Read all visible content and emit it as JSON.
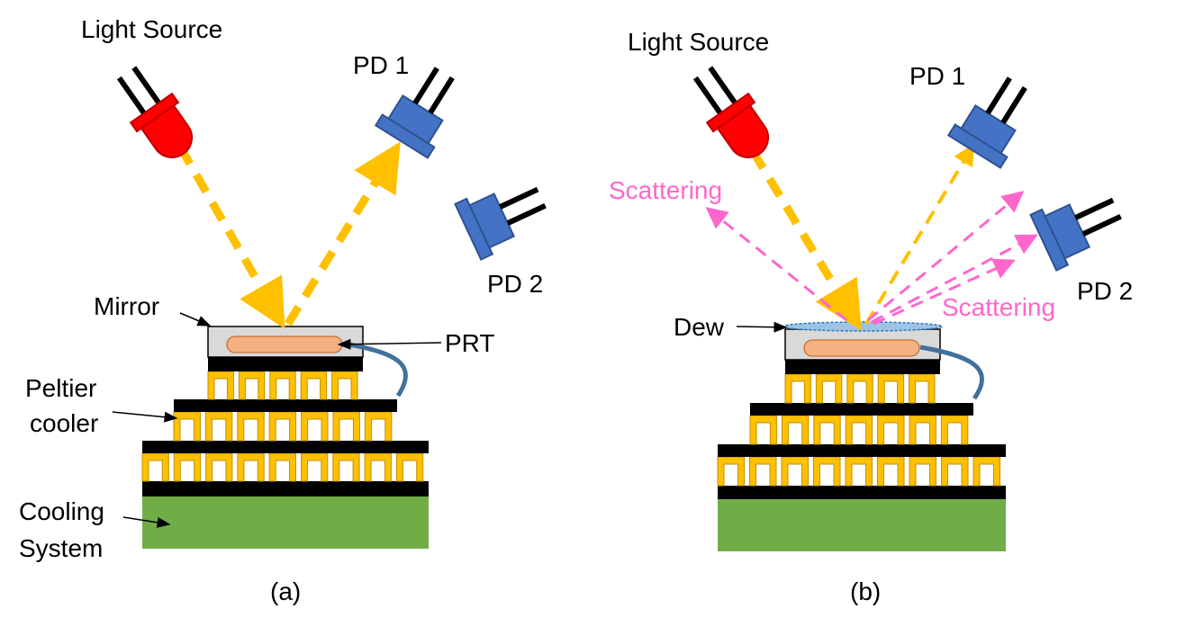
{
  "panel_a": {
    "caption": "(a)",
    "light_source": "Light Source",
    "pd1": "PD 1",
    "pd2": "PD 2",
    "mirror": "Mirror",
    "prt": "PRT",
    "peltier_line1": "Peltier",
    "peltier_line2": "cooler",
    "cooling_line1": "Cooling",
    "cooling_line2": "System"
  },
  "panel_b": {
    "caption": "(b)",
    "light_source": "Light Source",
    "pd1": "PD 1",
    "pd2": "PD 2",
    "dew": "Dew",
    "scattering_left": "Scattering",
    "scattering_right": "Scattering"
  },
  "colors": {
    "led": "#ff0000",
    "photodiode": "#4472c4",
    "beam": "#ffc000",
    "scatter": "#ff66cc",
    "peltier_leg": "#ffc000",
    "cooling": "#70ad47",
    "mirror": "#d9d9d9",
    "prt": "#f4b183",
    "wire": "#41719c",
    "dew": "#9dc3e6"
  }
}
